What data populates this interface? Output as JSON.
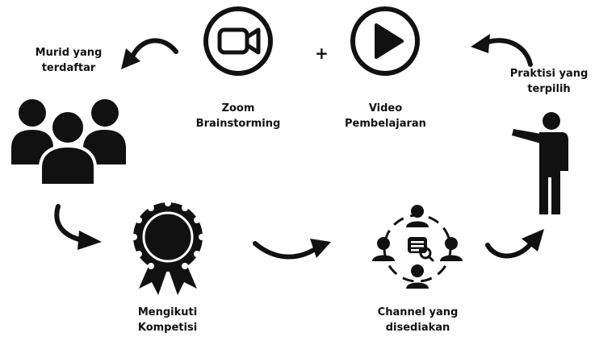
{
  "nodes": {
    "zoom": {
      "lines": [
        "Zoom",
        "Brainstorming"
      ],
      "icon": "video-camera-icon"
    },
    "video": {
      "lines": [
        "Video",
        "Pembelajaran"
      ],
      "icon": "play-button-icon"
    },
    "murid": {
      "lines": [
        "Murid yang",
        "terdaftar"
      ],
      "icon": "people-group-icon"
    },
    "praktisi": {
      "lines": [
        "Praktisi  yang",
        "terpilih"
      ],
      "icon": "presenter-icon"
    },
    "kompetisi": {
      "lines": [
        "Mengikuti",
        "Kompetisi"
      ],
      "icon": "award-badge-icon"
    },
    "channel": {
      "lines": [
        "Channel yang",
        "disediakan"
      ],
      "icon": "discussion-network-icon"
    }
  },
  "plus_sign": "+",
  "colors": {
    "ink": "#111111",
    "background": "#ffffff"
  }
}
